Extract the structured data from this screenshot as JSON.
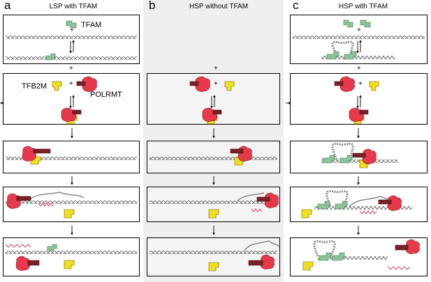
{
  "panels": [
    {
      "letter": "a",
      "title": "LSP with TFAM"
    },
    {
      "letter": "b",
      "title": "HSP without TFAM"
    },
    {
      "letter": "c",
      "title": "HSP with TFAM"
    }
  ],
  "labels": {
    "tfam": "TFAM",
    "tfb2m": "TFB2M",
    "polrmt": "POLRMT",
    "plus": "+"
  },
  "colors": {
    "tfam": "#8cc49a",
    "tfb2m": "#f2df1c",
    "polrmt_light": "#e8394a",
    "polrmt_dark": "#7a2026",
    "dna": "#777777",
    "rna": "#d6668a",
    "panel_b_bg": "#efefef"
  }
}
